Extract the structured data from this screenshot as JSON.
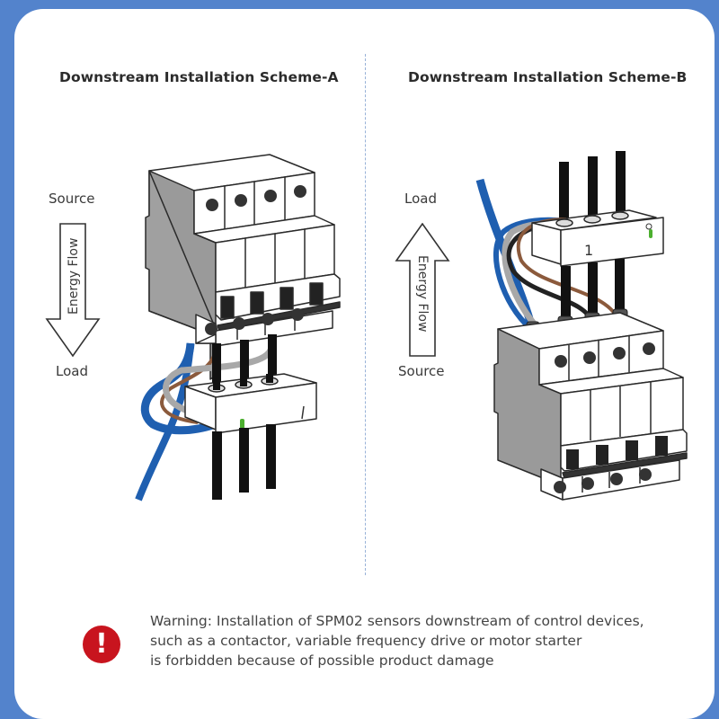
{
  "scheme_a": {
    "title": "Downstream Installation Scheme-A",
    "top_label": "Source",
    "bottom_label": "Load",
    "arrow_label": "Energy Flow",
    "arrow_direction": "down"
  },
  "scheme_b": {
    "title": "Downstream Installation Scheme-B",
    "top_label": "Load",
    "bottom_label": "Source",
    "arrow_label": "Energy Flow",
    "arrow_direction": "up",
    "sensor_marking": "1"
  },
  "warning": {
    "icon": "exclamation-circle-icon",
    "icon_glyph": "!",
    "lines": [
      "Warning: Installation of SPM02 sensors downstream of control devices,",
      "such as a contactor, variable frequency drive or motor starter",
      "is forbidden because of possible product damage"
    ]
  },
  "colors": {
    "frame": "#5383cc",
    "warning_red": "#c8141e",
    "wire_blue": "#1f5fb0",
    "wire_brown": "#8b5a3c",
    "wire_grey": "#a8a8a8",
    "breaker_side": "#9a9a9a",
    "led_green": "#4caf2f"
  }
}
